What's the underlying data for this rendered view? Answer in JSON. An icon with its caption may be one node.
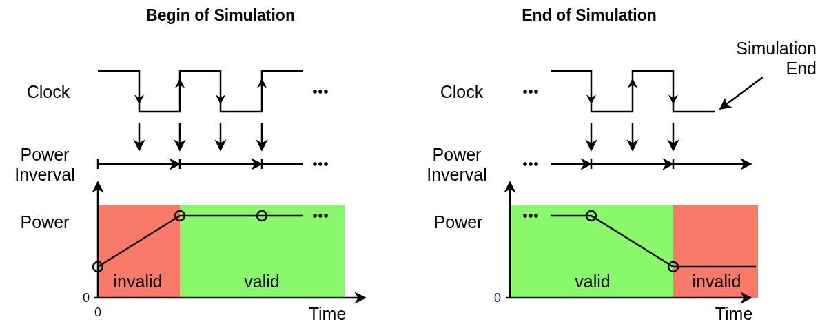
{
  "diagram": {
    "nodes": [
      {
        "text": [
          "Simulation End"
        ]
      },
      {
        "text": [],
        "shape": "picture"
      }
    ],
    "edges": [
      {
        "from": 0,
        "to": 1,
        "arrow": "to"
      }
    ],
    "labels": [
      "Begin of Simulation",
      "End of Simulation",
      "Clock",
      "Clock",
      "Power Inverval",
      "Power Inverval",
      "Power",
      "Power",
      "0",
      "invalid",
      "valid",
      "valid",
      "invalid",
      "0",
      "0",
      "Time",
      "Time"
    ]
  }
}
